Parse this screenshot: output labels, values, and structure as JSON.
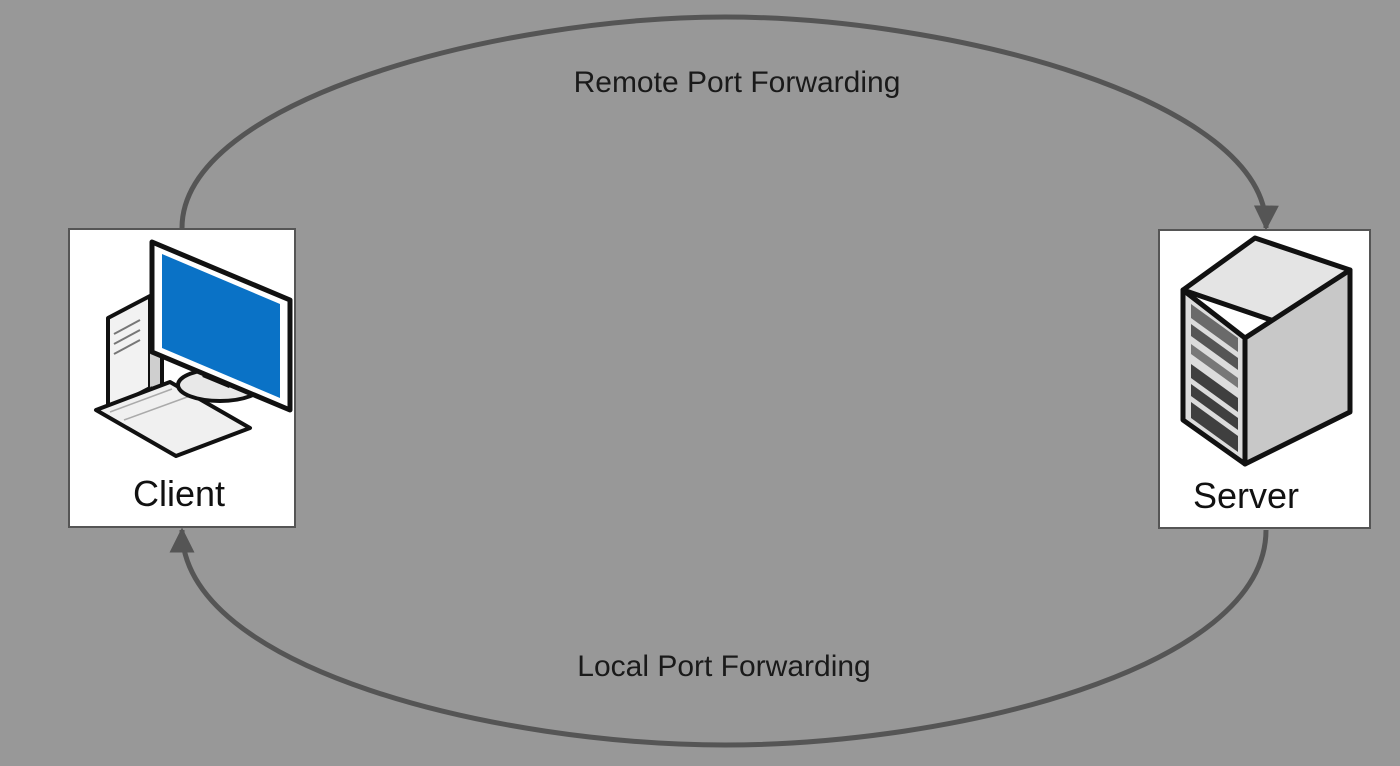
{
  "diagram": {
    "top_arrow_label": "Remote Port Forwarding",
    "bottom_arrow_label": "Local Port Forwarding",
    "client": {
      "label": "Client",
      "icon": "desktop-computer-icon"
    },
    "server": {
      "label": "Server",
      "icon": "server-tower-icon"
    }
  },
  "colors": {
    "background": "#989898",
    "arrow": "#555555",
    "node_fill": "#ffffff",
    "monitor_screen": "#0a72c6"
  }
}
